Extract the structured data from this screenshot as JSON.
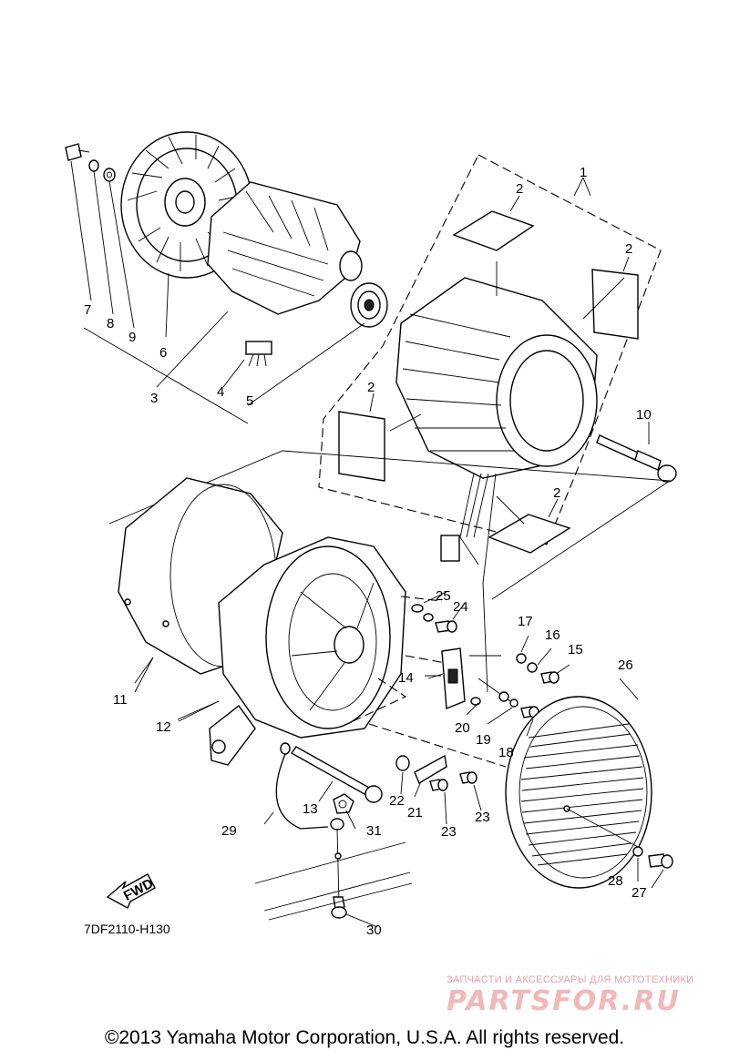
{
  "diagram": {
    "code": "7DF2110-H130",
    "fwd_label": "FWD",
    "copyright": "©2013 Yamaha Motor Corporation, U.S.A. All rights reserved.",
    "watermark": {
      "top": "ЗАПЧАСТИ И АКСЕССУАРЫ ДЛЯ МОТОТЕХНИКИ",
      "logo": "PARTSFOR.RU",
      "color": "#f1b8b8"
    },
    "callouts": [
      "1",
      "2",
      "2",
      "2",
      "2",
      "3",
      "4",
      "5",
      "6",
      "7",
      "8",
      "9",
      "10",
      "11",
      "12",
      "13",
      "14",
      "15",
      "16",
      "17",
      "18",
      "19",
      "20",
      "21",
      "22",
      "23",
      "23",
      "24",
      "25",
      "26",
      "27",
      "28",
      "29",
      "30",
      "31"
    ]
  }
}
